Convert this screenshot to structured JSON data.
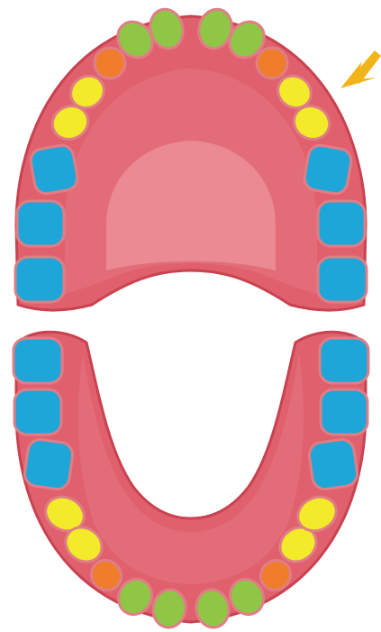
{
  "diagram": {
    "colors": {
      "gum": "#e0606e",
      "gum_outline": "#c9424f",
      "gum_inner": "#e26d79",
      "palate_light": "#eb8a93",
      "tooth_outline": "#e07e86",
      "incisor": "#8fc646",
      "canine": "#f07d2b",
      "premolar": "#f3ea2a",
      "molar": "#1ea6d9",
      "arrow": "#f2b41b",
      "background": "#ffffff"
    },
    "tooth_groups": [
      "incisor",
      "canine",
      "premolar",
      "molar"
    ],
    "upper_arch": {
      "teeth": [
        "molar",
        "molar",
        "molar",
        "premolar",
        "premolar",
        "canine",
        "incisor",
        "incisor",
        "incisor",
        "incisor",
        "canine",
        "premolar",
        "premolar",
        "molar",
        "molar",
        "molar"
      ]
    },
    "lower_arch": {
      "teeth": [
        "molar",
        "molar",
        "molar",
        "premolar",
        "premolar",
        "canine",
        "incisor",
        "incisor",
        "incisor",
        "incisor",
        "canine",
        "premolar",
        "premolar",
        "molar",
        "molar",
        "molar"
      ]
    },
    "pointer_icon": "arrow-pointing-down-left"
  }
}
